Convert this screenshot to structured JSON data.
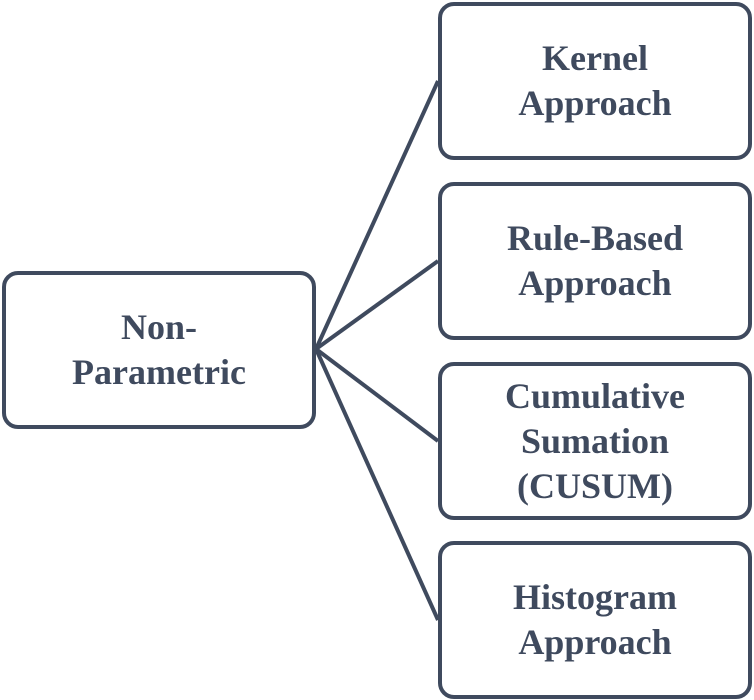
{
  "root": {
    "label": "Non-\nParametric"
  },
  "children": [
    {
      "label": "Kernel\nApproach"
    },
    {
      "label": "Rule-Based\nApproach"
    },
    {
      "label": "Cumulative\nSumation\n(CUSUM)"
    },
    {
      "label": "Histogram\nApproach"
    }
  ],
  "colors": {
    "stroke": "#3f4a5e",
    "text": "#3f4a5e",
    "fill": "#ffffff"
  }
}
